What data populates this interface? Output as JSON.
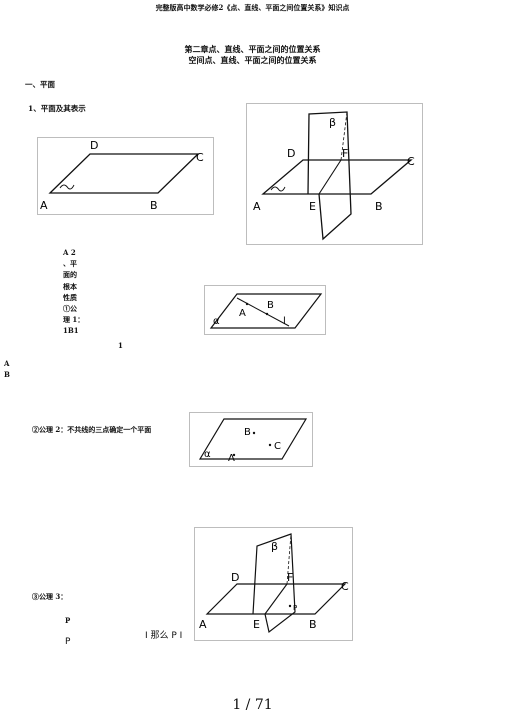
{
  "header": {
    "doc_title": "完整版高中数学必修2《点、直线、平面之间位置关系》知识点"
  },
  "headings": {
    "chapter": "第二章点、直线、平面之间的位置关系",
    "section": "空间点、直线、平面之间的位置关系"
  },
  "outline": {
    "part1": "一、平面",
    "item1": "1、平面及其表示"
  },
  "properties": {
    "lines": [
      "A  2",
      "、平",
      "面的",
      "根本",
      "性质",
      "①公",
      "理  1：",
      "1B1"
    ],
    "stray_1": "1",
    "stray_A": "A",
    "stray_B": "B"
  },
  "axiom2": {
    "text": "②公理 2：不共线的三点确定一个平面"
  },
  "axiom3": {
    "label": "③公理 3：",
    "line_p": "P",
    "then_text": "I 那么 P I",
    "line_p2": "P"
  },
  "figures": {
    "fig1": {
      "labels": {
        "D": "D",
        "C": "C",
        "A": "A",
        "B": "B",
        "alpha": "α"
      }
    },
    "fig2": {
      "labels": {
        "beta": "β",
        "D": "D",
        "F": "F",
        "C": "C",
        "A": "A",
        "E": "E",
        "B": "B",
        "alpha": "α"
      }
    },
    "fig3": {
      "labels": {
        "alpha": "α",
        "A": "A",
        "B": "B",
        "l": "l"
      }
    },
    "fig4": {
      "labels": {
        "alpha": "α",
        "A": "A",
        "B": "B",
        "C": "C"
      }
    },
    "fig5": {
      "labels": {
        "beta": "β",
        "D": "D",
        "F": "F",
        "C": "C",
        "A": "A",
        "E": "E",
        "B": "B",
        "P": "P"
      }
    }
  },
  "footer": {
    "page_indicator": "1 / 71"
  }
}
